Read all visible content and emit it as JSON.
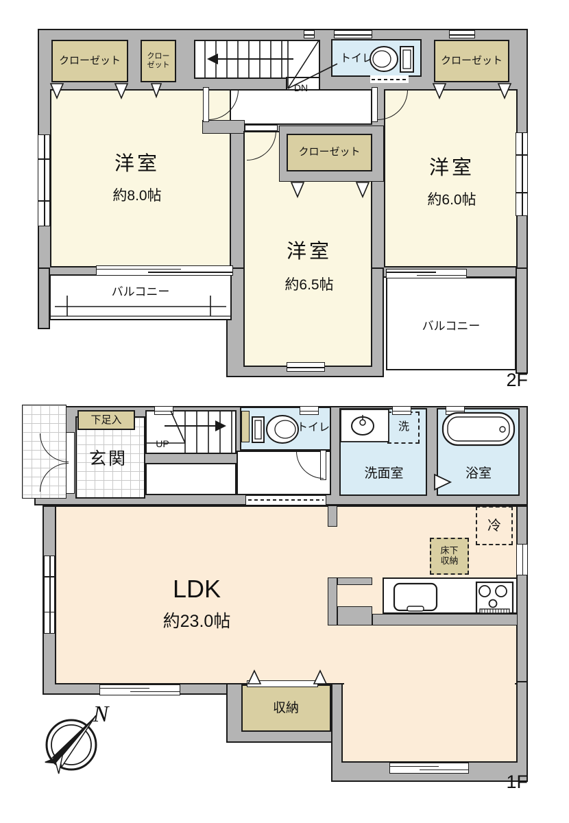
{
  "palette": {
    "wall_gray": "#b4b4b4",
    "room_cream": "#fbf7e1",
    "closet_tan": "#d9cfa2",
    "water_blue": "#d9ecf5",
    "ldk_peach": "#fcecd8",
    "line_black": "#1a1a1a"
  },
  "f2": {
    "floor_label": "2F",
    "closet_tl": "クローゼット",
    "closet_small_1": "クロー",
    "closet_small_2": "ゼット",
    "dn": "DN",
    "toilet": "トイレ",
    "closet_tr": "クローゼット",
    "closet_mid": "クローゼット",
    "room_left_name": "洋室",
    "room_left_size": "約8.0帖",
    "room_mid_name": "洋室",
    "room_mid_size": "約6.5帖",
    "room_right_name": "洋室",
    "room_right_size": "約6.0帖",
    "balcony_left": "バルコニー",
    "balcony_right": "バルコニー"
  },
  "f1": {
    "floor_label": "1F",
    "shoe": "下足入",
    "entrance": "玄関",
    "up": "UP",
    "toilet": "トイレ",
    "washroom": "洗面室",
    "laundry": "洗",
    "bath": "浴室",
    "ldk_name": "LDK",
    "ldk_size": "約23.0帖",
    "fridge": "冷",
    "underfloor_1": "床下",
    "underfloor_2": "収納",
    "storage": "収納"
  },
  "compass": {
    "n": "N"
  }
}
